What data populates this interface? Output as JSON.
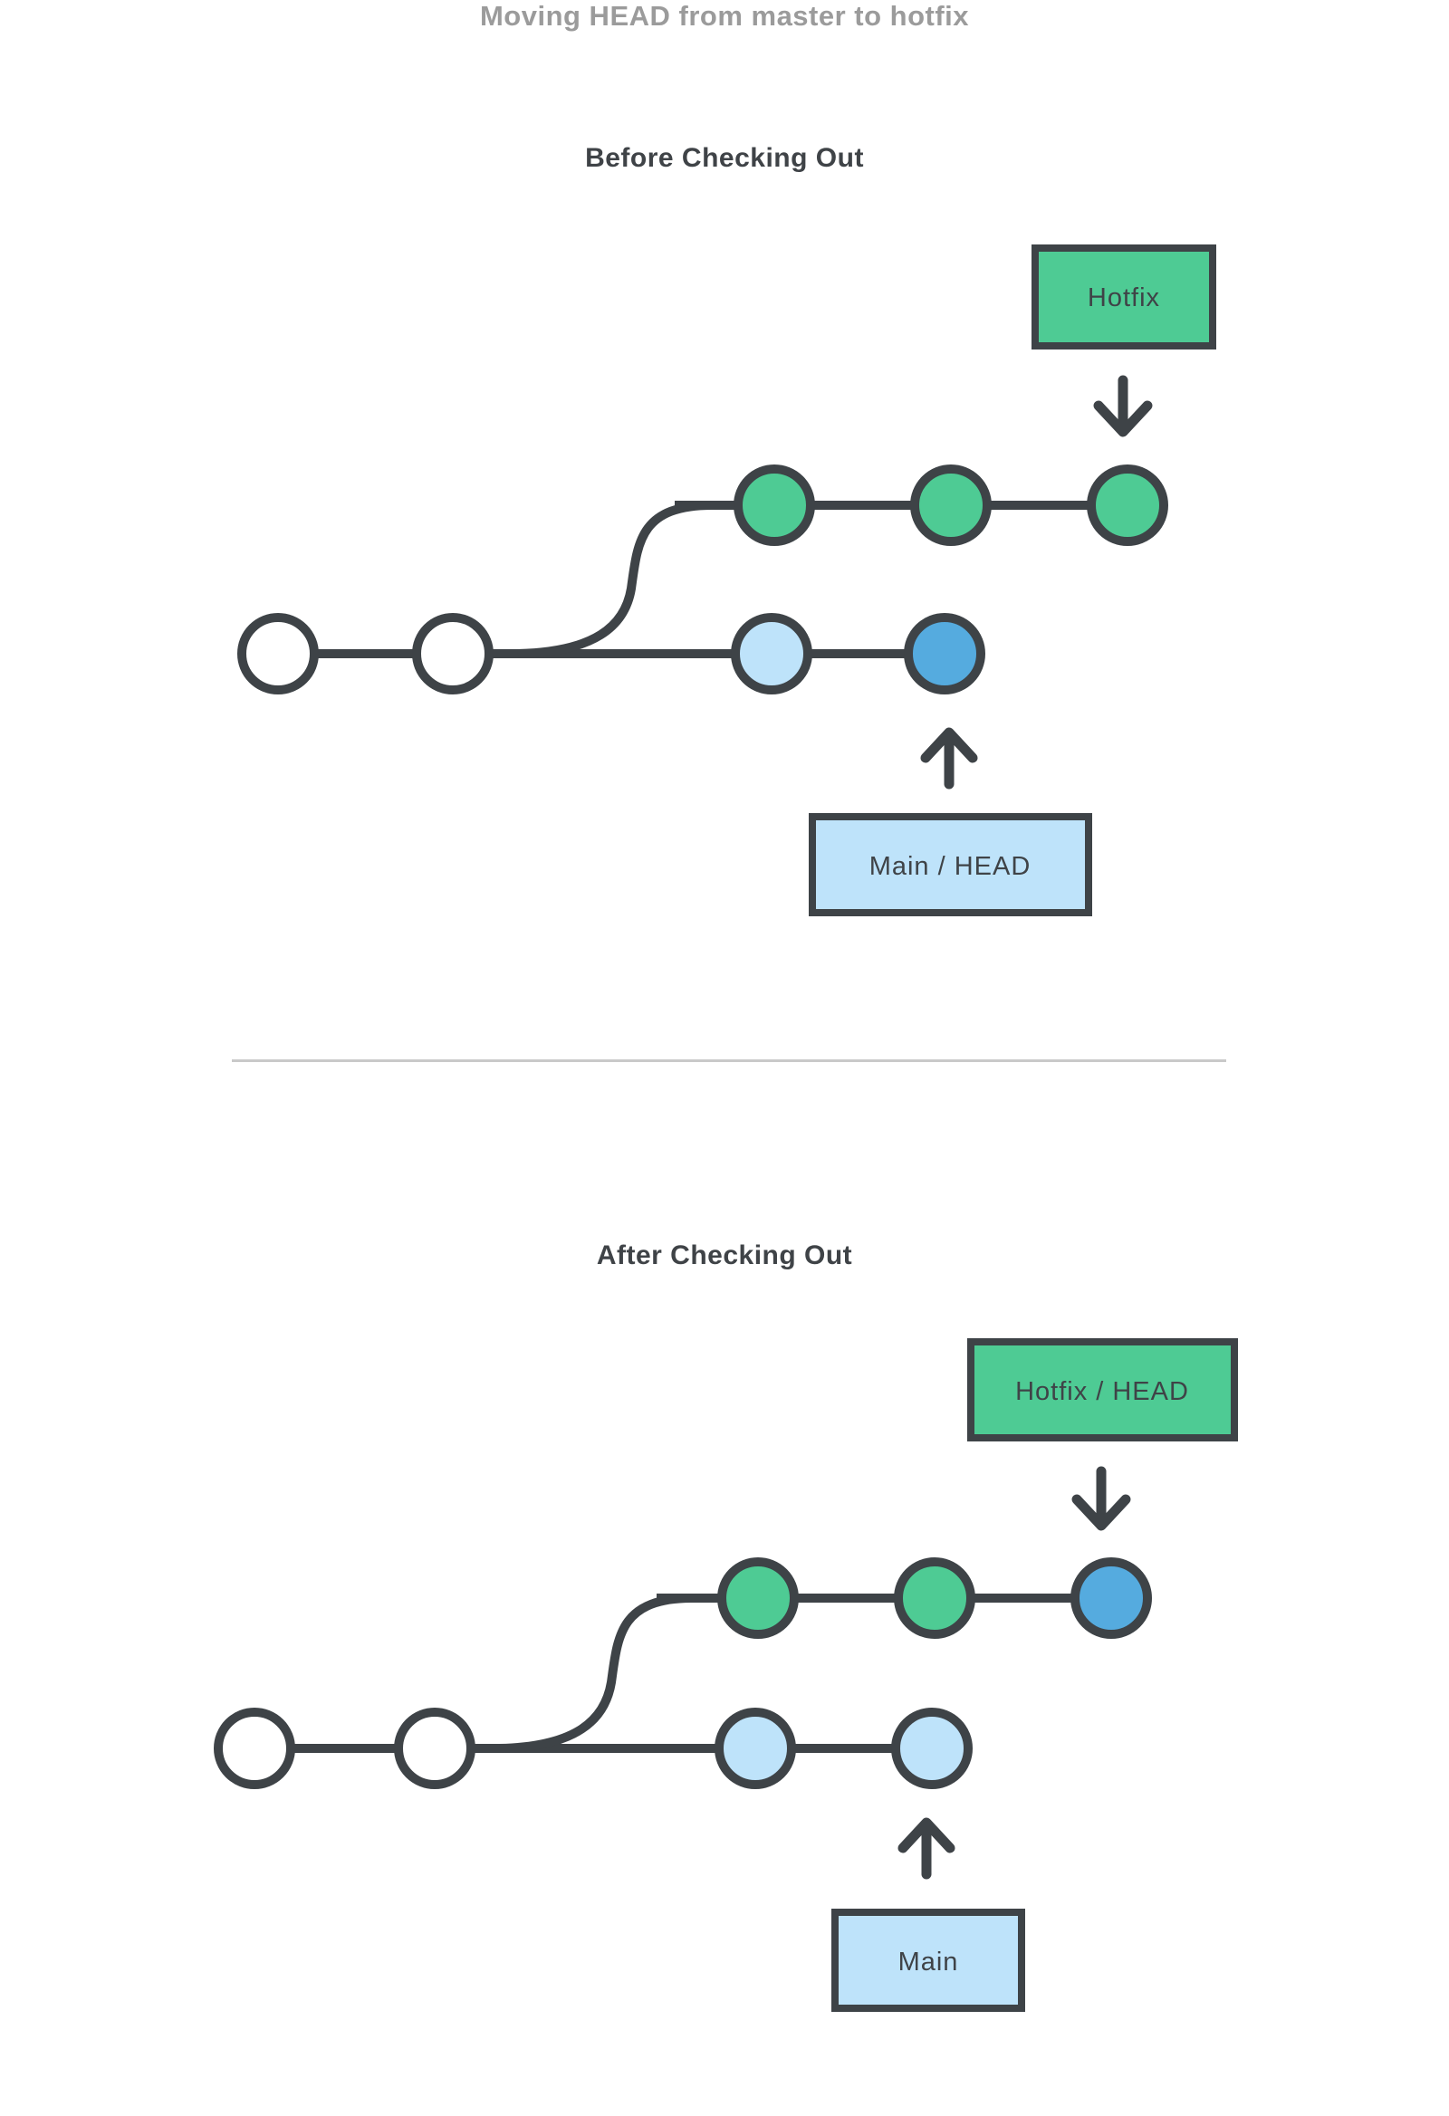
{
  "title": "Moving HEAD from master to hotfix",
  "colors": {
    "green": "#4ecb94",
    "head_blue": "#55abdf",
    "light_blue": "#bee3fa",
    "white": "#ffffff",
    "stroke_dark": "#3e4347",
    "title_gray": "#9b9b9b",
    "heading_dark": "#3f4347",
    "divider_gray": "#c9c9c9"
  },
  "before": {
    "heading": "Before Checking Out",
    "hotfix_box_label": "Hotfix",
    "main_box_label": "Main / HEAD",
    "hotfix_branch_commit_colors": [
      "green",
      "green",
      "green"
    ],
    "main_branch_commit_colors": [
      "white",
      "white",
      "light_blue",
      "head_blue"
    ]
  },
  "after": {
    "heading": "After Checking Out",
    "hotfix_box_label": "Hotfix / HEAD",
    "main_box_label": "Main",
    "hotfix_branch_commit_colors": [
      "green",
      "green",
      "head_blue"
    ],
    "main_branch_commit_colors": [
      "white",
      "white",
      "light_blue",
      "light_blue"
    ]
  }
}
